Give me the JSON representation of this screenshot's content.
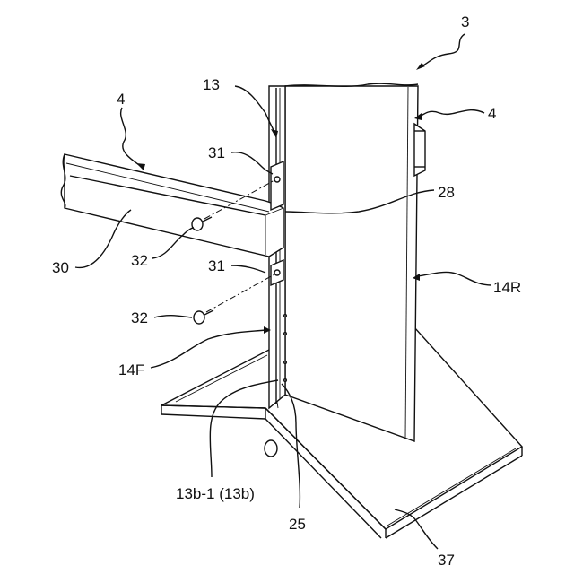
{
  "labels": {
    "l3": "3",
    "l4_left": "4",
    "l4_right": "4",
    "l13": "13",
    "l31_top": "31",
    "l28": "28",
    "l32_top": "32",
    "l30": "30",
    "l31_bottom": "31",
    "l14R": "14R",
    "l32_bottom": "32",
    "l14F": "14F",
    "l13b": "13b-1 (13b)",
    "l25": "25",
    "l37": "37"
  }
}
